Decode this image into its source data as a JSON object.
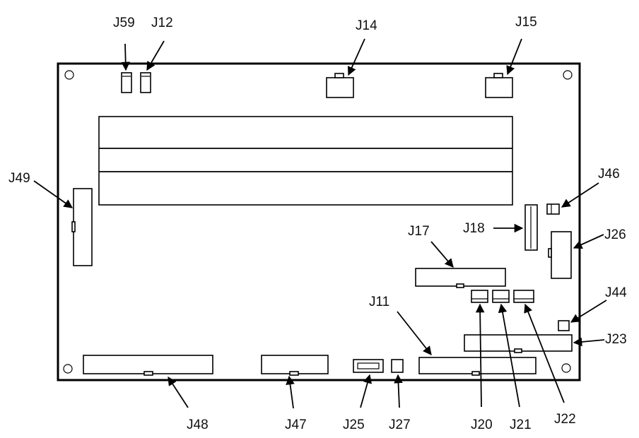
{
  "labels": {
    "j59": "J59",
    "j12": "J12",
    "j14": "J14",
    "j15": "J15",
    "j49": "J49",
    "j46": "J46",
    "j18": "J18",
    "j17": "J17",
    "j26": "J26",
    "j44": "J44",
    "j11": "J11",
    "j23": "J23",
    "j48": "J48",
    "j47": "J47",
    "j25": "J25",
    "j27": "J27",
    "j20": "J20",
    "j21": "J21",
    "j22": "J22"
  }
}
